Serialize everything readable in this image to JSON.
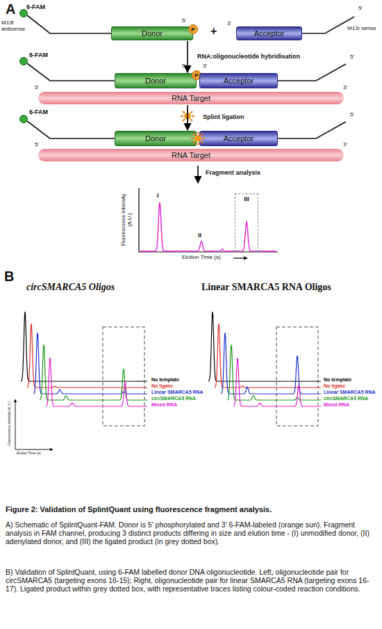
{
  "diagram": {
    "caption": "Figure 2: Validation of SplintQuant using fluorescence fragment analysis.",
    "nodes": [
      {
        "text": [
          "Donor"
        ]
      },
      {
        "text": [
          "P"
        ]
      },
      {
        "text": [
          "Acceptor"
        ]
      },
      {
        "text": [
          "Donor"
        ]
      },
      {
        "text": [
          "P"
        ]
      },
      {
        "text": [
          "Acceptor"
        ]
      },
      {
        "text": [
          "RNA Target"
        ]
      },
      {
        "text": [
          "Donor"
        ]
      },
      {
        "text": [
          "Acceptor"
        ]
      },
      {
        "text": [
          "RNA Target"
        ]
      },
      {
        "text": [
          "III"
        ]
      }
    ],
    "edges": [
      {
        "from": 0,
        "to": 3,
        "arrow": "to",
        "label": "RNA:oligonucleotide hybridisation"
      },
      {
        "from": 6,
        "to": 7,
        "arrow": "to",
        "label": "Splint ligation"
      }
    ],
    "labels": [
      "A",
      "6-FAM",
      "M13f antisense",
      "5'",
      "+",
      "3'",
      "5'",
      "M13r sense",
      "6-FAM",
      "5'",
      "3'",
      "5'",
      "5'",
      "3'",
      "6-FAM",
      "5'",
      "5'",
      "3'",
      "Fragment analysis",
      "Fluorescence Intensity (A.U.)",
      "Elution Time (s)",
      "I",
      "II",
      "B",
      "circSMARCA5 Oligos",
      "Linear SMARCA5 RNA Oligos",
      "No template",
      "No ligase",
      "Linear SMARCA5 RNA",
      "circSMARCA5 RNA",
      "Mixed RNA",
      "Fluorescence Intensity (A.U.)",
      "Elution Time (s)",
      "No template",
      "No ligase",
      "Linear SMARCA5 RNA",
      "circSMARCA5 RNA",
      "Mixed RNA",
      "A) Schematic of SplintQuant-FAM. Donor is 5' phosphorylated and 3' 6-FAM-labeled (orange sun). Fragment analysis in FAM channel, producing 3 distinct products differing in size and elution time - (I) unmodified donor, (II) adenylated donor, and (III) the ligated product (in grey dotted box).",
      "B) Validation of SplintQuant, using 6-FAM labelled donor DNA oligonucleotide. Left, oligonucleotide pair for circSMARCA5 (targeting exons 16-15); Right, oligonucleotide pair for linear SMARCA5 RNA (targeting exons 16-17). Ligated product within grey dotted box, with representative traces listing colour-coded reaction conditions."
    ]
  }
}
